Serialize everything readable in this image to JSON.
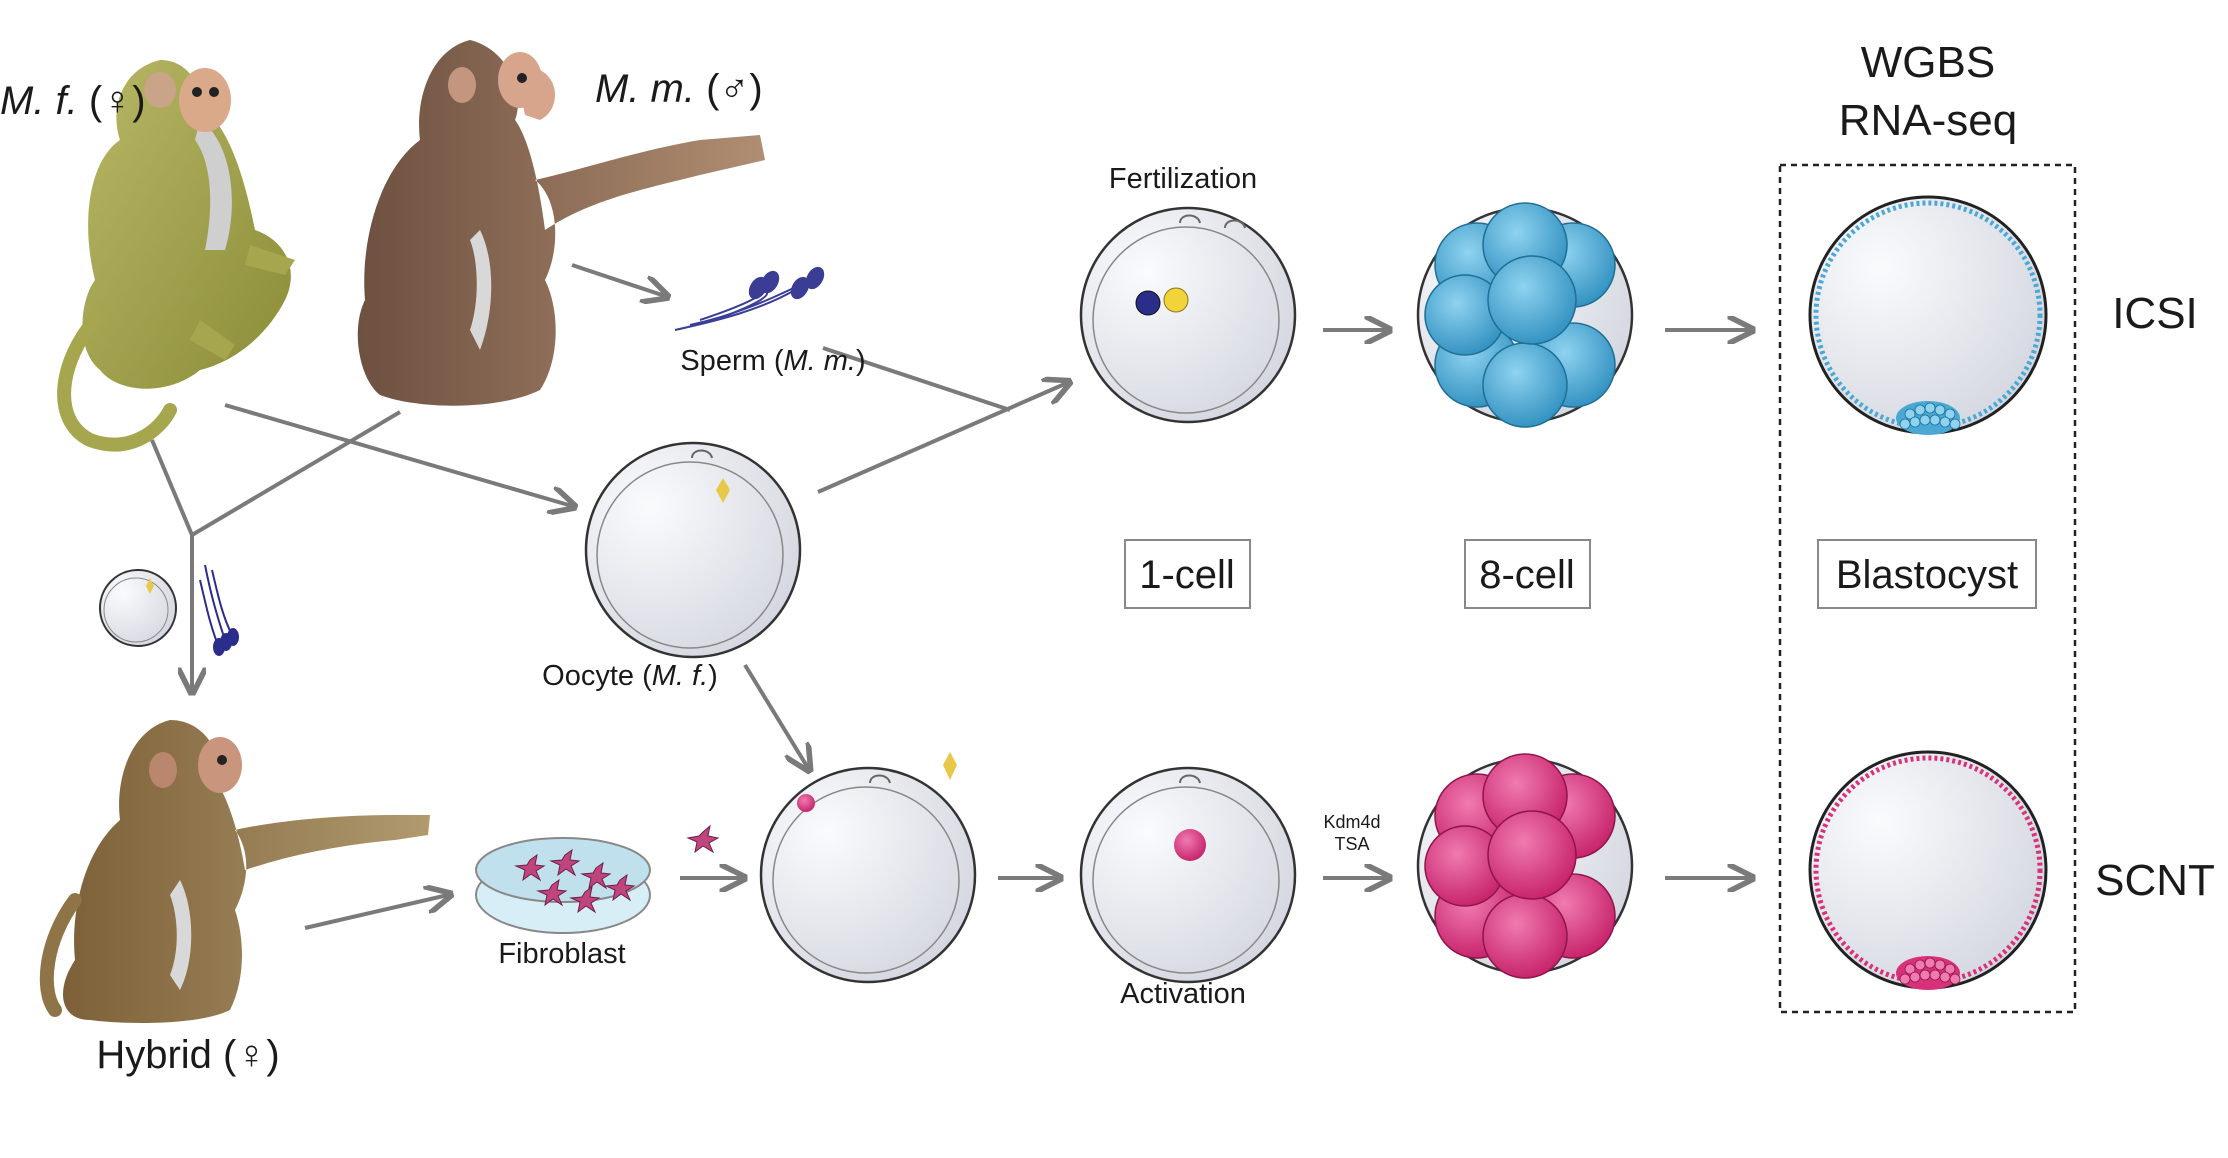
{
  "species": {
    "mf_label": "M. f.",
    "mf_sex": "(♀)",
    "mm_label": "M. m.",
    "mm_sex": "(♂)",
    "hybrid_label": "Hybrid (♀)"
  },
  "cells": {
    "sperm_prefix": "Sperm (",
    "sperm_species": "M. m.",
    "sperm_suffix": ")",
    "oocyte_prefix": "Oocyte (",
    "oocyte_species": "M. f.",
    "oocyte_suffix": ")",
    "fibroblast": "Fibroblast"
  },
  "steps": {
    "fertilization": "Fertilization",
    "activation": "Activation",
    "treatment_line1": "Kdm4d",
    "treatment_line2": "TSA"
  },
  "stages": {
    "one_cell": "1-cell",
    "eight_cell": "8-cell",
    "blastocyst": "Blastocyst"
  },
  "assays": {
    "line1": "WGBS",
    "line2": "RNA-seq"
  },
  "methods": {
    "icsi": "ICSI",
    "scnt": "SCNT"
  },
  "colors": {
    "icsi_cells": "#4aa8d4",
    "scnt_cells": "#d8317a",
    "egg_fill": "#e6e8ef",
    "arrow": "#7a7a7a",
    "mf_fur": "#a5a64e",
    "mm_fur": "#8a6a52",
    "hybrid_fur": "#8f7448",
    "pronucleus_male": "#2b2d8a",
    "pronucleus_female": "#f2d33a",
    "fibroblast_cells": "#c0457e"
  }
}
